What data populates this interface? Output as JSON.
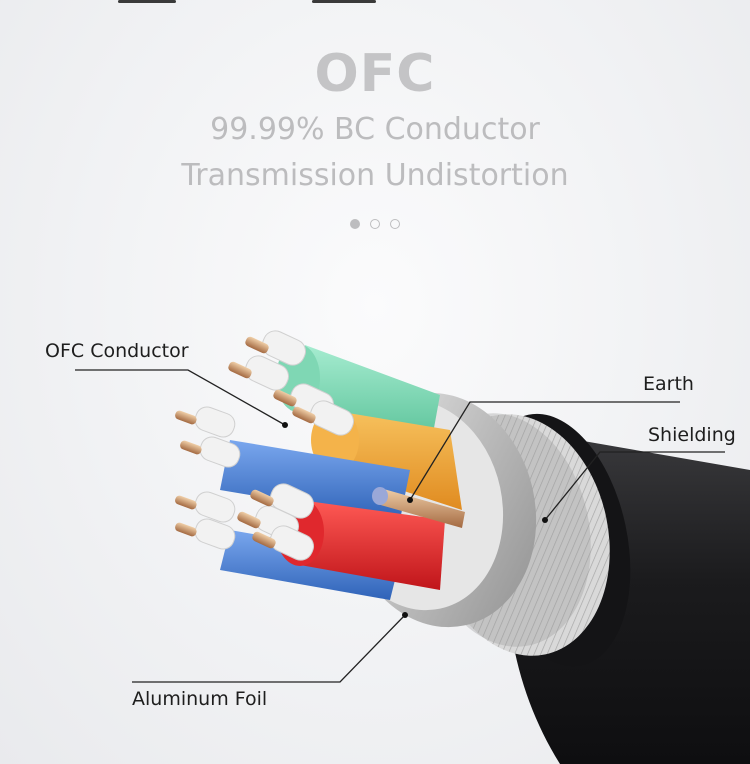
{
  "heading": {
    "title": "OFC",
    "line1": "99.99% BC Conductor",
    "line2": "Transmission Undistortion"
  },
  "carousel": {
    "active_index": 0,
    "count": 3
  },
  "labels": {
    "ofc_conductor": "OFC Conductor",
    "earth": "Earth",
    "shielding": "Shielding",
    "aluminum_foil": "Aluminum Foil"
  },
  "colors": {
    "jacket": "#1c1c1e",
    "shield": "#d5d5d5",
    "foil": "#cfcfcf",
    "wire_green": "#7fd7b4",
    "wire_orange": "#f0a53a",
    "wire_blue": "#4f86d8",
    "wire_red": "#e0282d",
    "wire_white": "#f2f2f2",
    "copper": "#c8946a"
  }
}
